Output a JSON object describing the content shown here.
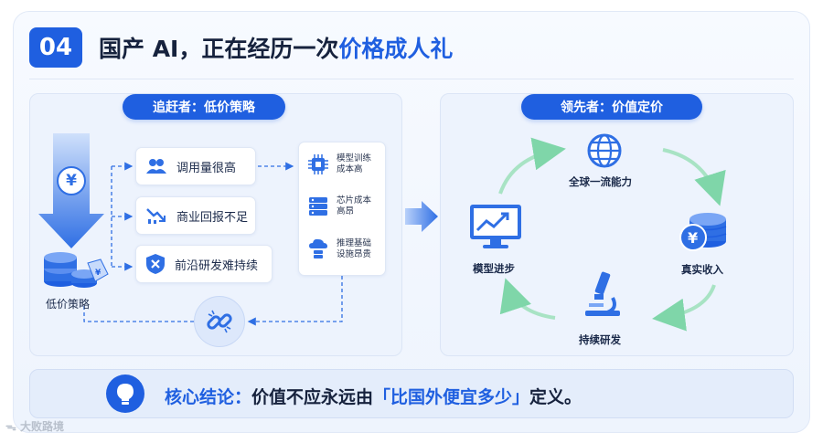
{
  "section_number": "04",
  "title": {
    "plain": "国产 AI，正在经历一次",
    "highlight": "价格成人礼"
  },
  "left_panel": {
    "heading": "追赶者：低价策略",
    "start_label": "低价策略",
    "effects": [
      "调用量很高",
      "商业回报不足",
      "前沿研发难持续"
    ],
    "costs": [
      {
        "line1": "模型训练",
        "line2": "成本高"
      },
      {
        "line1": "芯片成本",
        "line2": "高昂"
      },
      {
        "line1": "推理基础",
        "line2": "设施昂贵"
      }
    ]
  },
  "right_panel": {
    "heading": "领先者：价值定价",
    "cycle": {
      "top": "全球一流能力",
      "right": "真实收入",
      "bottom": "持续研发",
      "left": "模型进步"
    }
  },
  "conclusion": {
    "label": "核心结论：",
    "text_before": "价值不应永远由",
    "highlight": "「比国外便宜多少」",
    "text_after": "定义。"
  },
  "watermark": "大败路境",
  "colors": {
    "accent": "#1f5fe0",
    "cycle_arrow": "#7fd6a9",
    "bg": "#eef4fd"
  }
}
